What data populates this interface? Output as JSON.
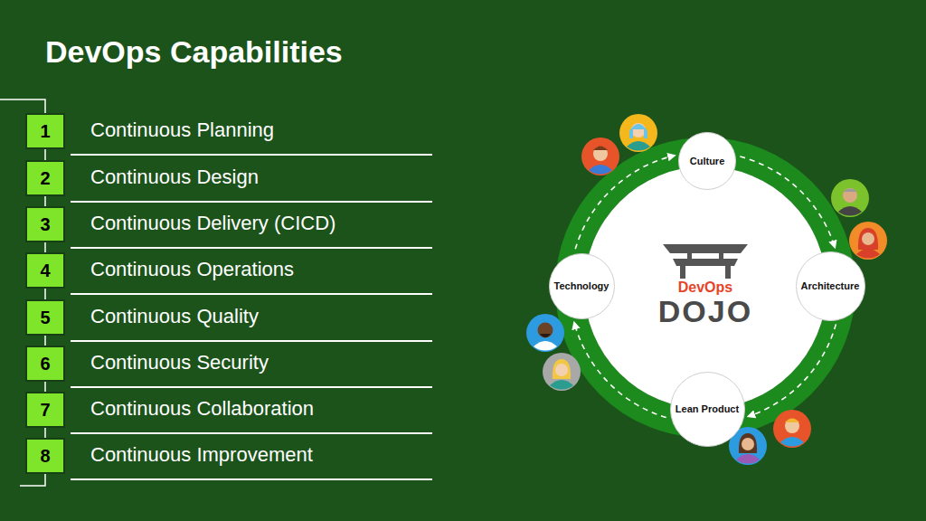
{
  "diagram": {
    "title": "DevOps Capabilities",
    "nodes": [
      {
        "text": [
          "1",
          "Continuous Planning"
        ]
      },
      {
        "text": [
          "2",
          "Continuous Design"
        ]
      },
      {
        "text": [
          "3",
          "Continuous Delivery (CICD)"
        ]
      },
      {
        "text": [
          "4",
          "Continuous Operations"
        ]
      },
      {
        "text": [
          "5",
          "Continuous Quality"
        ]
      },
      {
        "text": [
          "6",
          "Continuous Security"
        ]
      },
      {
        "text": [
          "7",
          "Continuous Collaboration"
        ]
      },
      {
        "text": [
          "8",
          "Continuous Improvement"
        ]
      },
      {
        "text": [
          "DevOps",
          "DOJO"
        ]
      },
      {
        "text": [
          "Culture"
        ]
      },
      {
        "text": [
          "Architecture"
        ]
      },
      {
        "text": [
          "Lean Product"
        ]
      },
      {
        "text": [
          "Technology"
        ]
      }
    ],
    "edges": [
      {
        "from": 9,
        "to": 10,
        "arrow": "to"
      },
      {
        "from": 10,
        "to": 11,
        "arrow": "to"
      },
      {
        "from": 11,
        "to": 12,
        "arrow": "to"
      },
      {
        "from": 12,
        "to": 9,
        "arrow": "to"
      }
    ]
  }
}
